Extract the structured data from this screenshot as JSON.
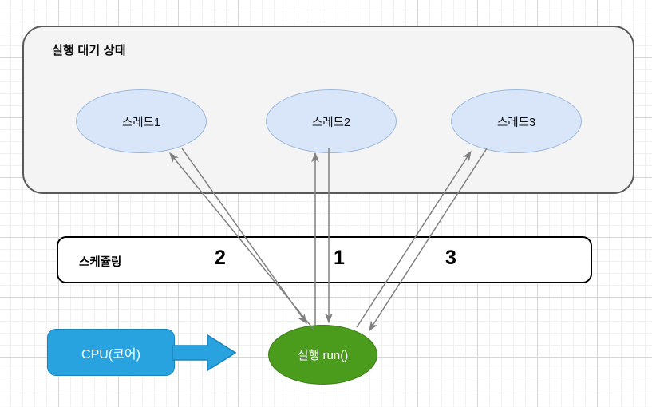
{
  "diagram": {
    "title_block": {
      "label": "실행 대기 상태"
    },
    "threads": [
      {
        "id": "thread-1",
        "label": "스레드1"
      },
      {
        "id": "thread-2",
        "label": "스레드2"
      },
      {
        "id": "thread-3",
        "label": "스레드3"
      }
    ],
    "scheduling": {
      "label": "스케쥴링",
      "order_numbers": [
        "2",
        "1",
        "3"
      ]
    },
    "cpu": {
      "label": "CPU(코어)"
    },
    "running": {
      "label": "실행 run()"
    },
    "colors": {
      "thread_fill": "#d9e6f9",
      "thread_stroke": "#9ab7dd",
      "container_fill": "#f4f4f4",
      "container_stroke": "#595959",
      "cpu_fill": "#29a3e0",
      "cpu_stroke": "#1b84bd",
      "run_fill": "#4b9b1d",
      "run_stroke": "#3c7d17",
      "connector_stroke": "#808080",
      "grid_major": "#d6d6d6",
      "grid_minor": "#f0f0f0",
      "text_dark": "#0d0d0d",
      "text_light": "#ffffff"
    }
  }
}
